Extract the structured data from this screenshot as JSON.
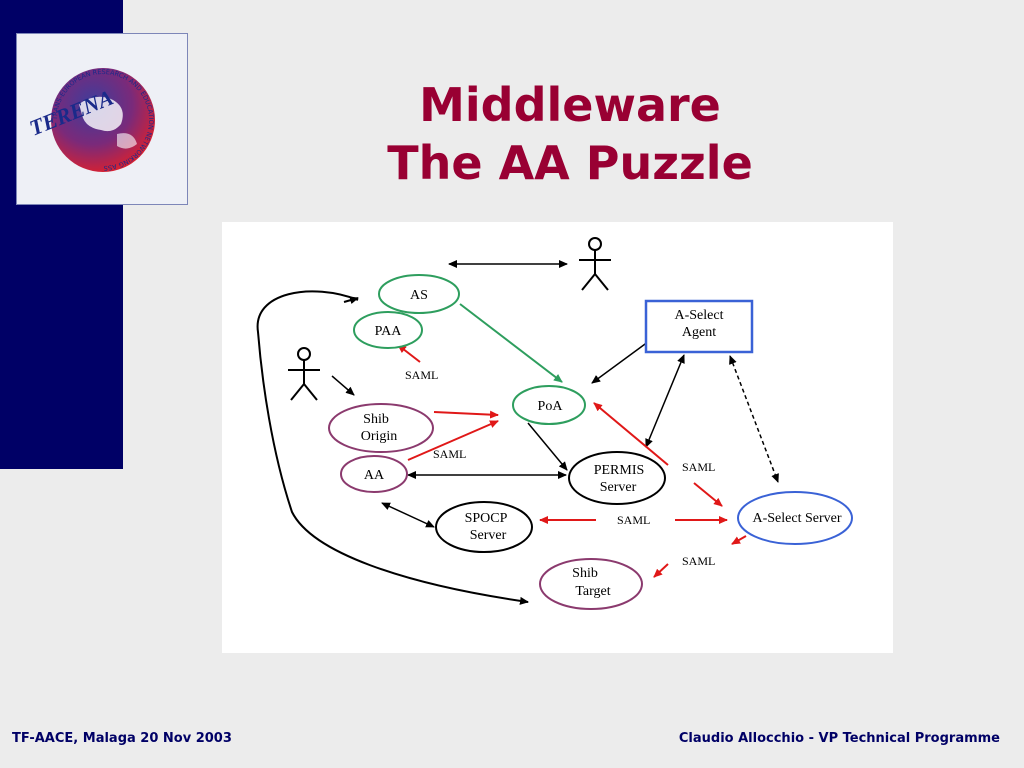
{
  "slide": {
    "title_line1": "Middleware",
    "title_line2": "The AA Puzzle"
  },
  "logo": {
    "name": "TERENA",
    "tagline": "TRANS-EUROPEAN RESEARCH AND EDUCATION NETWORKING ASSOCIATION"
  },
  "diagram": {
    "nodes": {
      "as": "AS",
      "paa": "PAA",
      "shib_origin_line1": "Shib",
      "shib_origin_line2": "Origin",
      "aa": "AA",
      "poa": "PoA",
      "permis_line1": "PERMIS",
      "permis_line2": "Server",
      "spocp_line1": "SPOCP",
      "spocp_line2": "Server",
      "shib_target_line1": "Shib",
      "shib_target_line2": "Target",
      "aselect_agent_line1": "A-Select",
      "aselect_agent_line2": "Agent",
      "aselect_server": "A-Select Server"
    },
    "saml_labels": [
      "SAML",
      "SAML",
      "SAML",
      "SAML",
      "SAML"
    ],
    "colors": {
      "green": "#2e9e5e",
      "purple": "#8b3a6e",
      "blue": "#3a62d6",
      "red": "#e01818",
      "black": "#000000"
    }
  },
  "footer": {
    "left": "TF-AACE, Malaga 20 Nov 2003",
    "right": "Claudio Allocchio - VP Technical Programme"
  }
}
